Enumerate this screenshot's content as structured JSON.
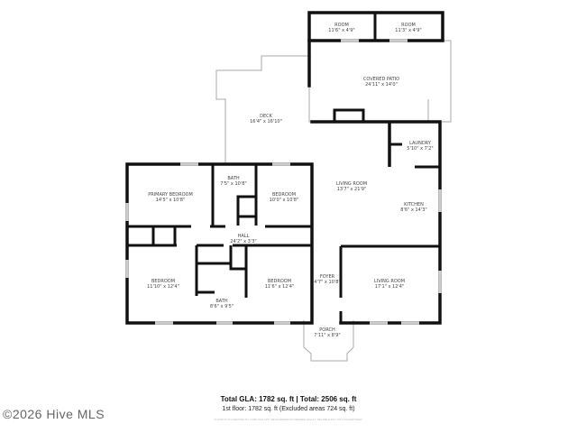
{
  "rooms": [
    {
      "name": "ROOM",
      "dims": "11'6\" x 4'9\""
    },
    {
      "name": "ROOM",
      "dims": "11'3\" x 4'9\""
    },
    {
      "name": "COVERED PATIO",
      "dims": "24'11\" x 14'0\""
    },
    {
      "name": "DECK",
      "dims": "16'4\" x 16'10\""
    },
    {
      "name": "LAUNDRY",
      "dims": "5'10\" x 7'2\""
    },
    {
      "name": "PRIMARY BEDROOM",
      "dims": "14'5\" x 10'8\""
    },
    {
      "name": "BATH",
      "dims": "7'5\" x 10'8\""
    },
    {
      "name": "BEDROOM",
      "dims": "10'0\" x 10'8\""
    },
    {
      "name": "LIVING ROOM",
      "dims": "13'7\" x 21'9\""
    },
    {
      "name": "KITCHEN",
      "dims": "8'6\" x 14'3\""
    },
    {
      "name": "HALL",
      "dims": "24'2\" x 3'3\""
    },
    {
      "name": "BEDROOM",
      "dims": "11'10\" x 12'4\""
    },
    {
      "name": "BEDROOM",
      "dims": "11'6\" x 12'4\""
    },
    {
      "name": "BATH",
      "dims": "8'6\" x 9'5\""
    },
    {
      "name": "FOYER",
      "dims": "4'7\" x 10'8\""
    },
    {
      "name": "LIVING ROOM",
      "dims": "17'1\" x 12'4\""
    },
    {
      "name": "PORCH",
      "dims": "7'11\" x 8'9\""
    }
  ],
  "totals": {
    "line1": "Total GLA: 1782 sq. ft | Total: 2506 sq. ft",
    "line2": "1st floor: 1782 sq. ft (Excluded areas 724 sq. ft)",
    "disclaimer": "FLOOR PLAN CREATED BY CUBICASA APP. MEASUREMENTS DEEMED HIGHLY RELIABLE BUT NOT GUARANTEED."
  },
  "watermark": "©2026 Hive MLS"
}
